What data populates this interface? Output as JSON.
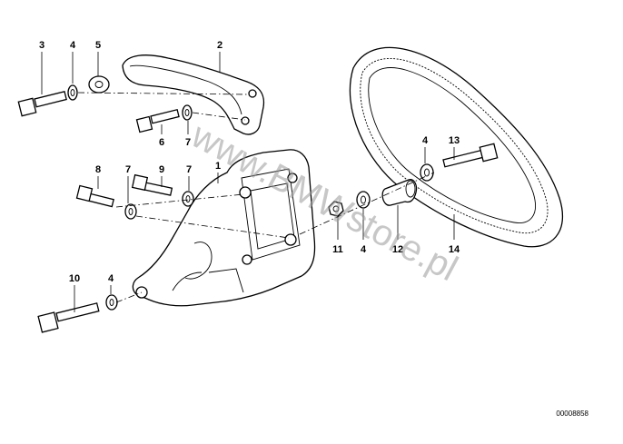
{
  "diagram": {
    "labels": [
      {
        "id": "callout-3",
        "text": "3"
      },
      {
        "id": "callout-4-top",
        "text": "4"
      },
      {
        "id": "callout-5",
        "text": "5"
      },
      {
        "id": "callout-2",
        "text": "2"
      },
      {
        "id": "callout-6",
        "text": "6"
      },
      {
        "id": "callout-7-upper",
        "text": "7"
      },
      {
        "id": "callout-8",
        "text": "8"
      },
      {
        "id": "callout-7-left",
        "text": "7"
      },
      {
        "id": "callout-9",
        "text": "9"
      },
      {
        "id": "callout-7-right",
        "text": "7"
      },
      {
        "id": "callout-1",
        "text": "1"
      },
      {
        "id": "callout-4-right",
        "text": "4"
      },
      {
        "id": "callout-13",
        "text": "13"
      },
      {
        "id": "callout-11",
        "text": "11"
      },
      {
        "id": "callout-4-mid",
        "text": "4"
      },
      {
        "id": "callout-12",
        "text": "12"
      },
      {
        "id": "callout-14",
        "text": "14"
      },
      {
        "id": "callout-10",
        "text": "10"
      },
      {
        "id": "callout-4-bottom",
        "text": "4"
      }
    ],
    "watermark": "www.BMWstore.pl",
    "doc_number": "00008858"
  }
}
